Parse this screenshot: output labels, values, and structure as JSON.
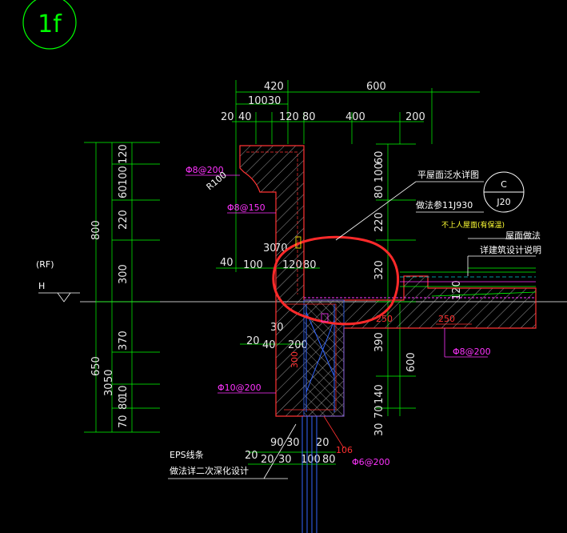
{
  "drawing": {
    "detail_number": "1f",
    "level_mark": "(RF)",
    "level_symbol": "H",
    "horizontal_dims": {
      "top_row": [
        "420",
        "600"
      ],
      "second_row": [
        "10030"
      ],
      "third_row": [
        "20",
        "40",
        "120",
        "80",
        "400",
        "200"
      ],
      "middle_row": [
        "30",
        "70",
        "40",
        "100",
        "120",
        "80"
      ],
      "lower_rows": [
        "30",
        "20",
        "40",
        "200"
      ],
      "bottom_row": [
        "90",
        "30",
        "20",
        "20",
        "20",
        "30",
        "100",
        "80"
      ]
    },
    "vertical_dims": {
      "far_left": [
        "800",
        "650"
      ],
      "left": [
        "60",
        "220",
        "300",
        "370",
        "50",
        "30",
        "70"
      ],
      "left_inner": [
        "120",
        "100",
        "10",
        "80"
      ],
      "right_upper": [
        "60",
        "100",
        "80",
        "220",
        "320"
      ],
      "right_lower": [
        "390",
        "600",
        "140",
        "70",
        "30"
      ],
      "small": [
        "120"
      ]
    },
    "rebar_labels": [
      "Φ8@200",
      "Φ8@150",
      "Φ10@200",
      "Φ8@200",
      "Φ6@200"
    ],
    "radius_label": "R100",
    "red_dims": [
      "250",
      "250",
      "106",
      "300"
    ],
    "callout": {
      "title": "平屋面泛水详图",
      "reference": "做法参11J930",
      "symbol_top": "C",
      "symbol_bottom": "J20"
    },
    "roof_note": "不上人屋面(有保温)",
    "roof_ref_1": "屋面做法",
    "roof_ref_2": "详建筑设计说明",
    "eps_note_1": "EPS线条",
    "eps_note_2": "做法详二次深化设计"
  },
  "colors": {
    "background": "#000000",
    "concrete_outline": "#ff3333",
    "hatch": "#cccccc",
    "dimension": "#00ff00",
    "magenta": "#ff33ff",
    "markup": "#ff2a2a",
    "blue": "#3366ff",
    "yellow": "#ffff00",
    "cyan": "#00cccc"
  }
}
